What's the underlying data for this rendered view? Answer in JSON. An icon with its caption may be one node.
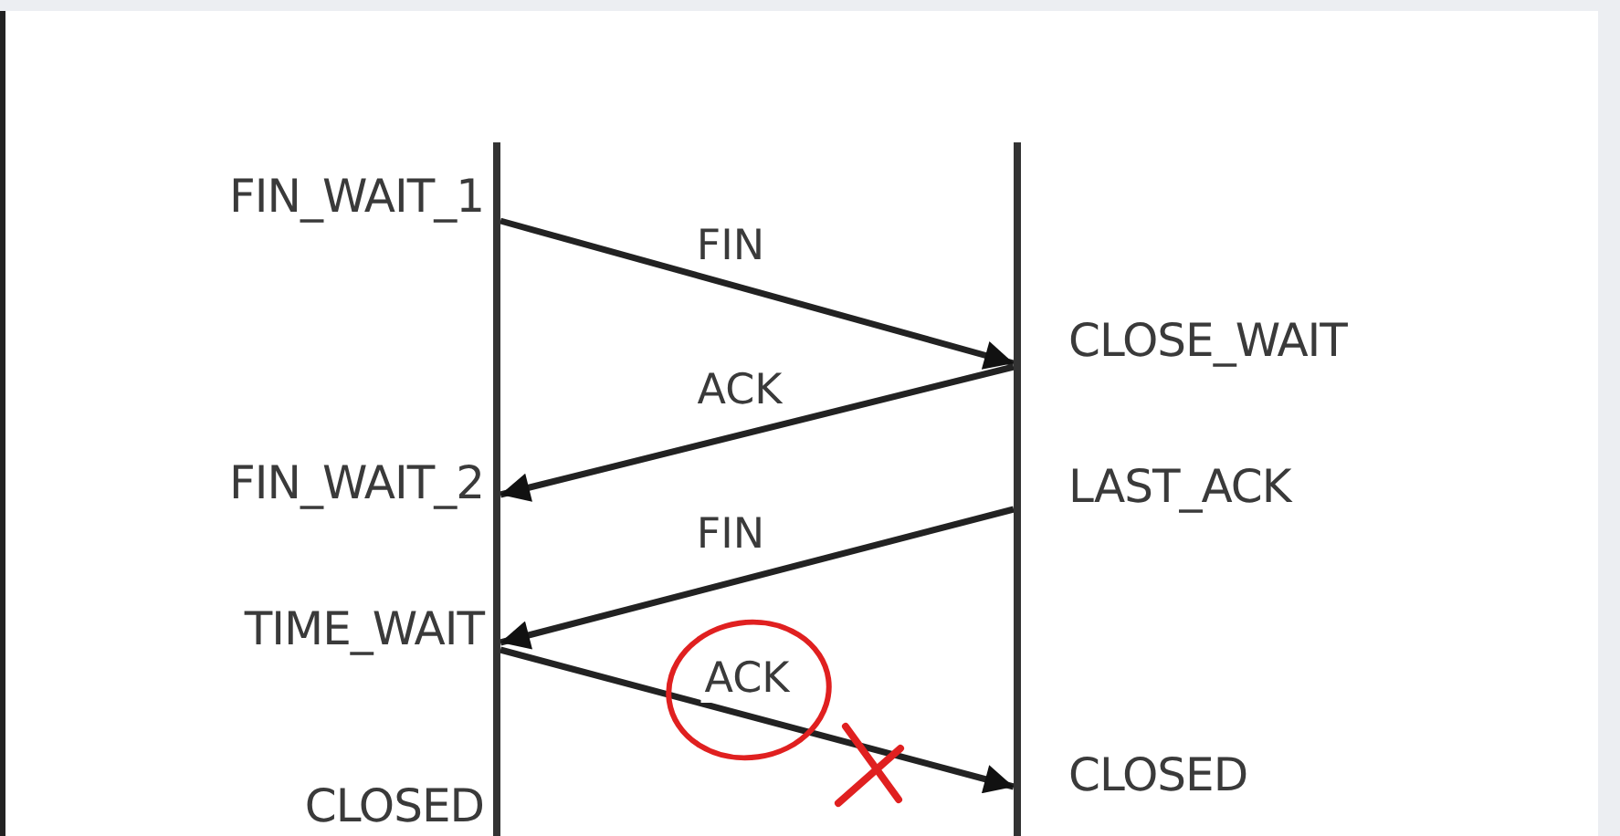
{
  "diagram": {
    "nodes": [
      {
        "text": [],
        "shape": "bar",
        "beside": [
          "FIN_WAIT_1",
          "FIN_WAIT_2",
          "TIME_WAIT",
          "CLOSED"
        ]
      },
      {
        "text": [],
        "shape": "bar",
        "beside": [
          "CLOSE_WAIT",
          "LAST_ACK",
          "CLOSED"
        ]
      }
    ],
    "edges": [
      {
        "from": 0,
        "to": 1,
        "arrow": "to",
        "label": "FIN"
      },
      {
        "from": 1,
        "to": 0,
        "arrow": "to",
        "label": "ACK"
      },
      {
        "from": 1,
        "to": 0,
        "arrow": "to",
        "label": "FIN"
      },
      {
        "from": 0,
        "to": 1,
        "arrow": "to",
        "label": "ACK"
      }
    ]
  }
}
